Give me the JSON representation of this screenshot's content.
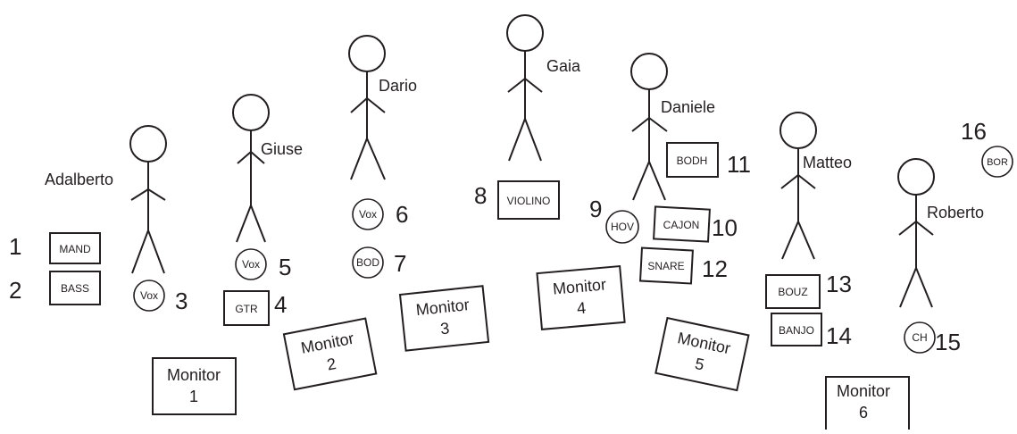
{
  "diagram": {
    "title": "",
    "musicians": [
      {
        "id": "adalberto",
        "name": "Adalberto"
      },
      {
        "id": "giuse",
        "name": "Giuse"
      },
      {
        "id": "dario",
        "name": "Dario"
      },
      {
        "id": "gaia",
        "name": "Gaia"
      },
      {
        "id": "daniele",
        "name": "Daniele"
      },
      {
        "id": "matteo",
        "name": "Matteo"
      },
      {
        "id": "roberto",
        "name": "Roberto"
      }
    ],
    "inputs": [
      {
        "num": "1",
        "label": "MAND",
        "shape": "box"
      },
      {
        "num": "2",
        "label": "BASS",
        "shape": "box"
      },
      {
        "num": "3",
        "label": "Vox",
        "shape": "circle"
      },
      {
        "num": "4",
        "label": "GTR",
        "shape": "box"
      },
      {
        "num": "5",
        "label": "Vox",
        "shape": "circle"
      },
      {
        "num": "6",
        "label": "Vox",
        "shape": "circle"
      },
      {
        "num": "7",
        "label": "BOD",
        "shape": "circle"
      },
      {
        "num": "8",
        "label": "VIOLINO",
        "shape": "box"
      },
      {
        "num": "9",
        "label": "HOV",
        "shape": "circle"
      },
      {
        "num": "10",
        "label": "CAJON",
        "shape": "box"
      },
      {
        "num": "11",
        "label": "BODH",
        "shape": "box"
      },
      {
        "num": "12",
        "label": "SNARE",
        "shape": "box"
      },
      {
        "num": "13",
        "label": "BOUZ",
        "shape": "box"
      },
      {
        "num": "14",
        "label": "BANJO",
        "shape": "box"
      },
      {
        "num": "15",
        "label": "CH",
        "shape": "circle"
      },
      {
        "num": "16",
        "label": "BOR",
        "shape": "circle"
      }
    ],
    "monitors": [
      {
        "word": "Monitor",
        "num": "1"
      },
      {
        "word": "Monitor",
        "num": "2"
      },
      {
        "word": "Monitor",
        "num": "3"
      },
      {
        "word": "Monitor",
        "num": "4"
      },
      {
        "word": "Monitor",
        "num": "5"
      },
      {
        "word": "Monitor",
        "num": "6"
      }
    ],
    "colors": {
      "ink": "#231f20",
      "background": "#ffffff"
    }
  }
}
